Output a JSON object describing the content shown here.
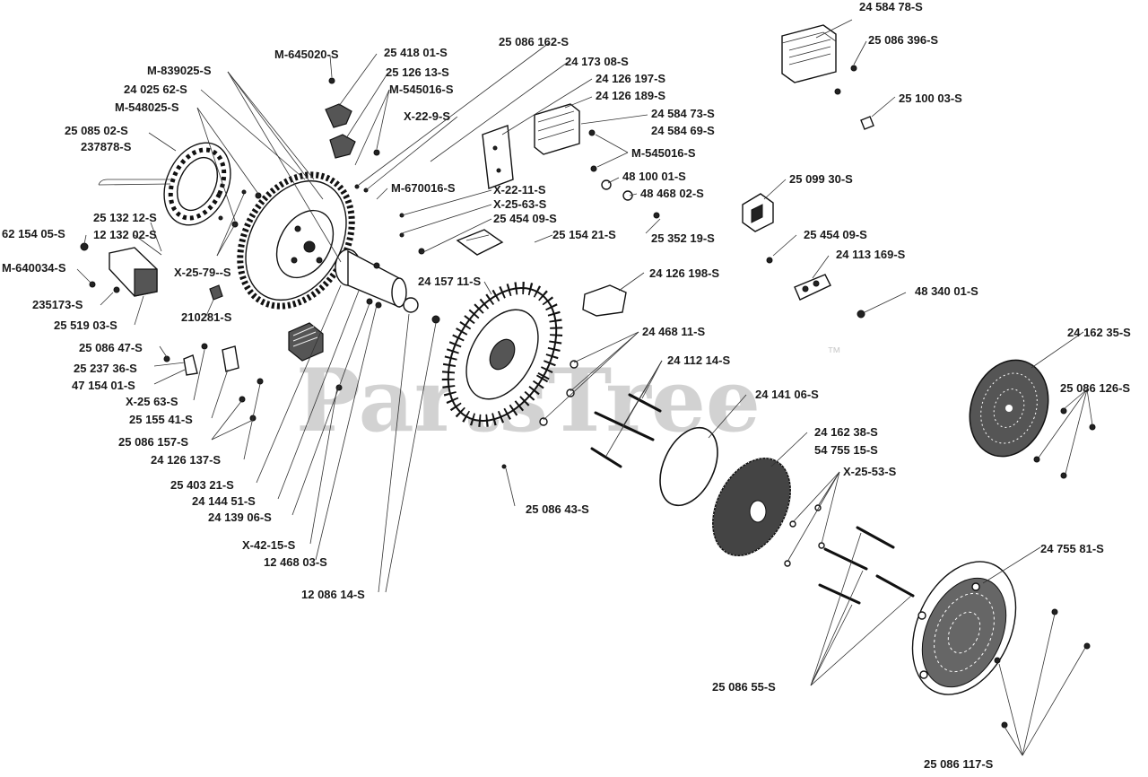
{
  "watermark": {
    "text": "PartsTree",
    "trademark": "™"
  },
  "callouts": [
    {
      "id": "c1",
      "text": "24 584 78-S"
    },
    {
      "id": "c2",
      "text": "25 086 396-S"
    },
    {
      "id": "c3",
      "text": "25 100 03-S"
    },
    {
      "id": "c4",
      "text": "M-645020-S"
    },
    {
      "id": "c5",
      "text": "25 418 01-S"
    },
    {
      "id": "c6",
      "text": "25 086 162-S"
    },
    {
      "id": "c7",
      "text": "M-839025-S"
    },
    {
      "id": "c8",
      "text": "25 126 13-S"
    },
    {
      "id": "c9",
      "text": "24 173 08-S"
    },
    {
      "id": "c10",
      "text": "24 025 62-S"
    },
    {
      "id": "c11",
      "text": "M-545016-S"
    },
    {
      "id": "c12",
      "text": "24 126 197-S"
    },
    {
      "id": "c13",
      "text": "M-548025-S"
    },
    {
      "id": "c14",
      "text": "24 126 189-S"
    },
    {
      "id": "c15",
      "text": "X-22-9-S"
    },
    {
      "id": "c16",
      "text": "24 584 73-S"
    },
    {
      "id": "c17",
      "text": "25 085 02-S"
    },
    {
      "id": "c18",
      "text": "24 584 69-S"
    },
    {
      "id": "c19",
      "text": "237878-S"
    },
    {
      "id": "c20",
      "text": "M-545016-S"
    },
    {
      "id": "c21",
      "text": "48 100 01-S"
    },
    {
      "id": "c22",
      "text": "25 099 30-S"
    },
    {
      "id": "c23",
      "text": "M-670016-S"
    },
    {
      "id": "c24",
      "text": "48 468 02-S"
    },
    {
      "id": "c25",
      "text": "X-22-11-S"
    },
    {
      "id": "c26",
      "text": "X-25-63-S"
    },
    {
      "id": "c27",
      "text": "25 132 12-S"
    },
    {
      "id": "c28",
      "text": "25 454 09-S"
    },
    {
      "id": "c29",
      "text": "62 154 05-S"
    },
    {
      "id": "c30",
      "text": "12 132 02-S"
    },
    {
      "id": "c31",
      "text": "25 154 21-S"
    },
    {
      "id": "c32",
      "text": "25 352 19-S"
    },
    {
      "id": "c33",
      "text": "25 454 09-S"
    },
    {
      "id": "c34",
      "text": "M-640034-S"
    },
    {
      "id": "c35",
      "text": "X-25-79--S"
    },
    {
      "id": "c36",
      "text": "24 113 169-S"
    },
    {
      "id": "c37",
      "text": "24 126 198-S"
    },
    {
      "id": "c38",
      "text": "24 157 11-S"
    },
    {
      "id": "c39",
      "text": "235173-S"
    },
    {
      "id": "c40",
      "text": "48 340 01-S"
    },
    {
      "id": "c41",
      "text": "210281-S"
    },
    {
      "id": "c42",
      "text": "25 519 03-S"
    },
    {
      "id": "c43",
      "text": "24 468 11-S"
    },
    {
      "id": "c44",
      "text": "24 162 35-S"
    },
    {
      "id": "c45",
      "text": "25 086 47-S"
    },
    {
      "id": "c46",
      "text": "24 112 14-S"
    },
    {
      "id": "c47",
      "text": "25 237 36-S"
    },
    {
      "id": "c48",
      "text": "47 154 01-S"
    },
    {
      "id": "c49",
      "text": "25 086 126-S"
    },
    {
      "id": "c50",
      "text": "X-25 63-S"
    },
    {
      "id": "c51",
      "text": "24 141 06-S"
    },
    {
      "id": "c52",
      "text": "25 155 41-S"
    },
    {
      "id": "c53",
      "text": "24 162 38-S"
    },
    {
      "id": "c54",
      "text": "25 086 157-S"
    },
    {
      "id": "c55",
      "text": "54 755 15-S"
    },
    {
      "id": "c56",
      "text": "24 126 137-S"
    },
    {
      "id": "c57",
      "text": "X-25-53-S"
    },
    {
      "id": "c58",
      "text": "25 403 21-S"
    },
    {
      "id": "c59",
      "text": "24 144 51-S"
    },
    {
      "id": "c60",
      "text": "25 086 43-S"
    },
    {
      "id": "c61",
      "text": "24 139 06-S"
    },
    {
      "id": "c62",
      "text": "24 755 81-S"
    },
    {
      "id": "c63",
      "text": "X-42-15-S"
    },
    {
      "id": "c64",
      "text": "12 468 03-S"
    },
    {
      "id": "c65",
      "text": "12 086 14-S"
    },
    {
      "id": "c66",
      "text": "25 086 55-S"
    },
    {
      "id": "c67",
      "text": "25 086 117-S"
    }
  ]
}
